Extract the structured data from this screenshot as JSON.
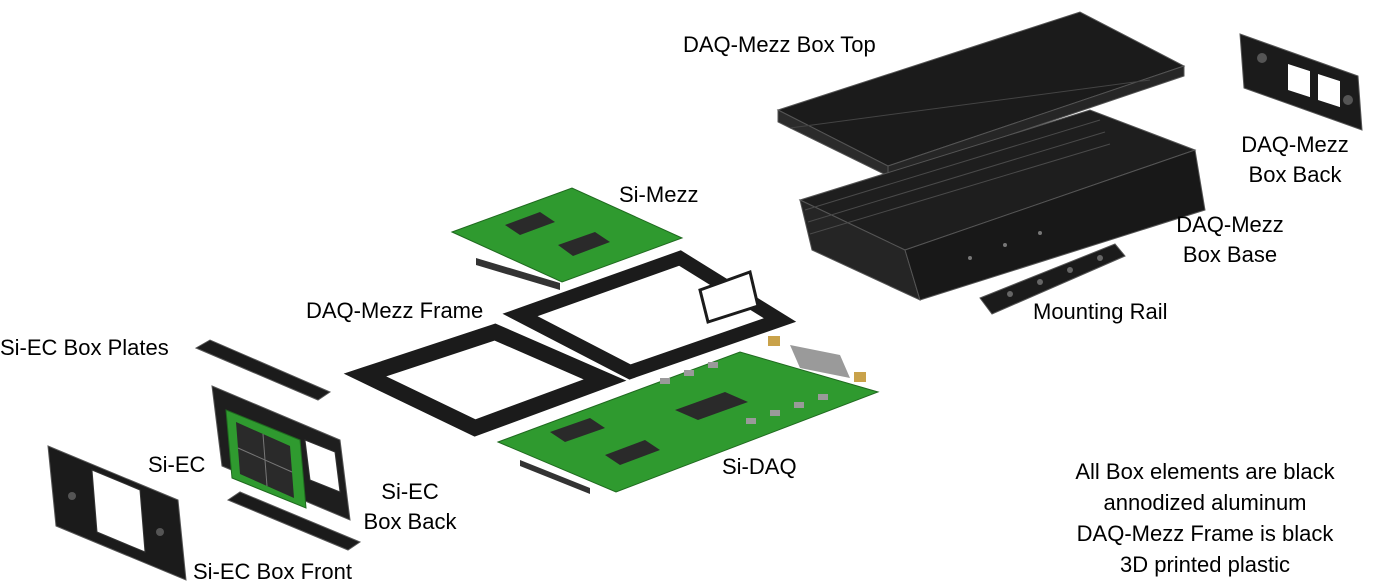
{
  "labels": {
    "daq_mezz_box_top": "DAQ-Mezz Box Top",
    "daq_mezz_box_back_1": "DAQ-Mezz",
    "daq_mezz_box_back_2": "Box Back",
    "daq_mezz_box_base_1": "DAQ-Mezz",
    "daq_mezz_box_base_2": "Box Base",
    "mounting_rail": "Mounting Rail",
    "si_mezz": "Si-Mezz",
    "daq_mezz_frame": "DAQ-Mezz Frame",
    "si_ec_box_plates": "Si-EC Box Plates",
    "si_ec": "Si-EC",
    "si_ec_box_back_1": "Si-EC",
    "si_ec_box_back_2": "Box Back",
    "si_ec_box_front": "Si-EC Box Front",
    "si_daq": "Si-DAQ"
  },
  "note": {
    "line1": "All Box elements are black",
    "line2": "annodized aluminum",
    "line3": "DAQ-Mezz Frame is black",
    "line4": "3D printed plastic"
  },
  "colors": {
    "part_black": "#1b1b1b",
    "part_edge": "#4a4a4a",
    "pcb_green": "#2f9a2f",
    "pcb_edge": "#1f6a1f",
    "chip": "#2a2a2a",
    "connector_gold": "#c9a24a",
    "connector_gray": "#9a9a9a"
  }
}
